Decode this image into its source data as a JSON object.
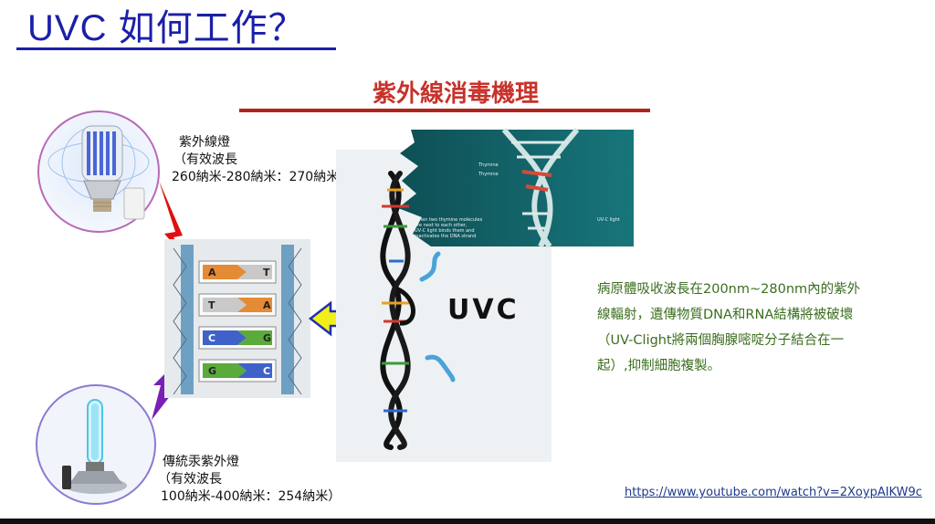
{
  "header": {
    "title": "UVC 如何工作？"
  },
  "section": {
    "title": "紫外線消毒機理"
  },
  "lamp_top": {
    "caption_l1": "紫外線燈",
    "caption_l2": "（有效波長",
    "caption_l3": "260納米-280納米：270納米）"
  },
  "lamp_bottom": {
    "caption_l1": "傳統汞紫外燈",
    "caption_l2": "（有效波長",
    "caption_l3": "100納米-400納米：254納米）"
  },
  "diagram": {
    "uvc_label": "UVC",
    "base_pairs": [
      {
        "left": "A",
        "right": "T"
      },
      {
        "left": "T",
        "right": "A"
      },
      {
        "left": "C",
        "right": "G"
      },
      {
        "left": "G",
        "right": "C"
      }
    ],
    "inset_text": [
      "When two thymine molecules",
      "are next to each other,",
      "UV-C light binds them and",
      "inactivates the DNA strand"
    ],
    "inset_labels": {
      "thymine1": "Thymine",
      "thymine2": "Thymine",
      "uvc": "UV-C light"
    }
  },
  "description": {
    "text": "病原體吸收波長在200nm~280nm內的紫外線輻射，遺傳物質DNA和RNA結構將被破壞（UV-Clight將兩個胸腺嘧啶分子結合在一起）,抑制細胞複製。"
  },
  "footer": {
    "link": "https://www.youtube.com/watch?v=2XoypAIKW9c"
  },
  "colors": {
    "title_blue": "#1a1fa8",
    "section_red": "#c8322a",
    "desc_green": "#3b6e1f",
    "inset_teal": "#0f5a5e",
    "arrow_yellow": "#f2ee1a",
    "bolt_red": "#e01010",
    "bolt_purple": "#7a1fb5"
  }
}
